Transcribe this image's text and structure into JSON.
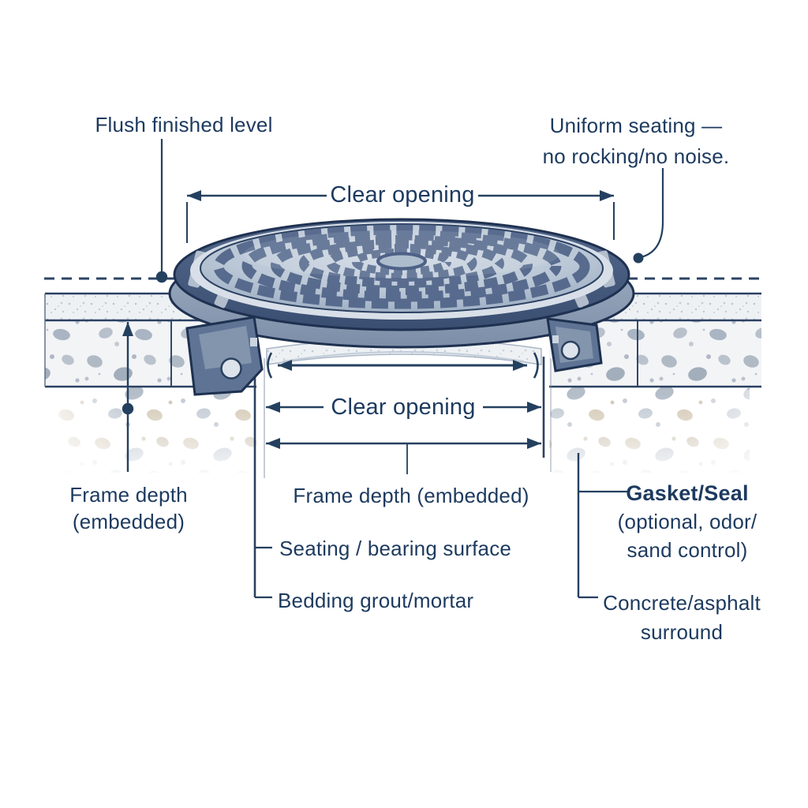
{
  "diagram": {
    "subject": "manhole-cover-installation-cross-section",
    "labels": {
      "flush_level": "Flush finished level",
      "uniform_seating_line1": "Uniform seating —",
      "uniform_seating_line2": "no rocking/no noise.",
      "clear_opening_top": "Clear opening",
      "clear_opening_inner": "Clear opening",
      "frame_depth_side_line1": "Frame depth",
      "frame_depth_side_line2": "(embedded)",
      "frame_depth_center": "Frame depth (embedded)",
      "seating_surface": "Seating / bearing surface",
      "bedding_grout": "Bedding grout/mortar",
      "gasket_title": "Gasket/Seal",
      "gasket_line2": "(optional, odor/",
      "gasket_line3": "sand control)",
      "surround_line1": "Concrete/asphalt",
      "surround_line2": "surround"
    },
    "colors": {
      "background": "#ffffff",
      "label_text": "#1d3a5f",
      "annotation_line": "#24405f",
      "cover_metal_dark": "#42577a",
      "cover_metal_mid": "#7e90a9",
      "cover_top_light": "#c3cedb",
      "concrete_fill": "#f2f3f5",
      "pebble_gray": "#a6b0bd",
      "pebble_tan": "#c9bba2"
    }
  }
}
